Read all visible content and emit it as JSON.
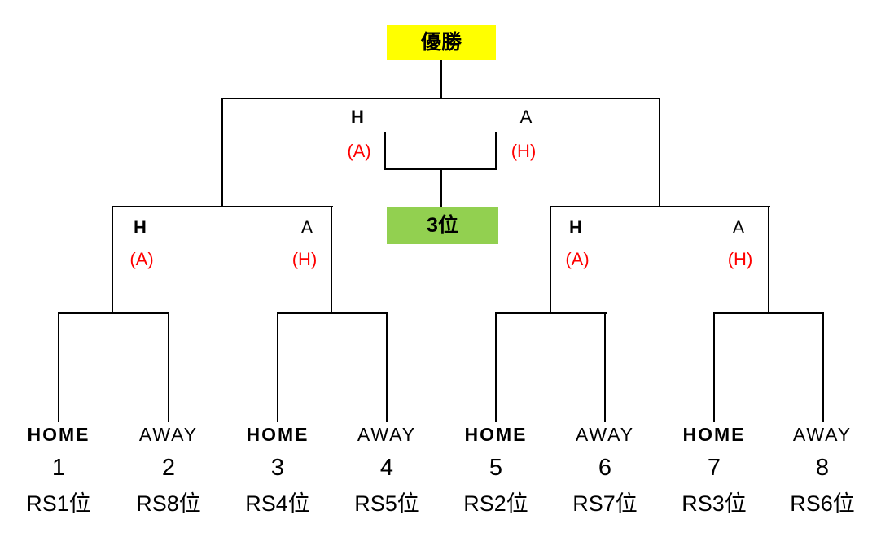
{
  "colors": {
    "champion_bg": "#ffff00",
    "third_place_bg": "#92d050",
    "line": "#000000",
    "swap_red": "#ff0000"
  },
  "bracket": {
    "champion_label": "優勝",
    "third_place_label": "3位",
    "final": {
      "home": "H",
      "away": "A",
      "home_swap": "(A)",
      "away_swap": "(H)"
    },
    "semifinal_left": {
      "home": "H",
      "away": "A",
      "home_swap": "(A)",
      "away_swap": "(H)"
    },
    "semifinal_right": {
      "home": "H",
      "away": "A",
      "home_swap": "(A)",
      "away_swap": "(H)"
    }
  },
  "teams": [
    {
      "number": "1",
      "role": "HOME",
      "seed": "RS1位"
    },
    {
      "number": "2",
      "role": "AWAY",
      "seed": "RS8位"
    },
    {
      "number": "3",
      "role": "HOME",
      "seed": "RS4位"
    },
    {
      "number": "4",
      "role": "AWAY",
      "seed": "RS5位"
    },
    {
      "number": "5",
      "role": "HOME",
      "seed": "RS2位"
    },
    {
      "number": "6",
      "role": "AWAY",
      "seed": "RS7位"
    },
    {
      "number": "7",
      "role": "HOME",
      "seed": "RS3位"
    },
    {
      "number": "8",
      "role": "AWAY",
      "seed": "RS6位"
    }
  ]
}
